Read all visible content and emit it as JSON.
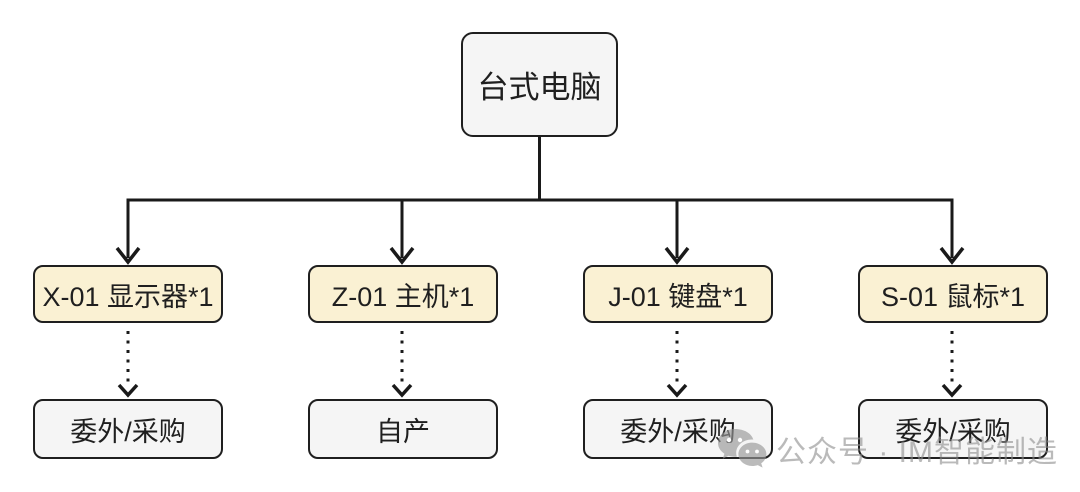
{
  "diagram": {
    "title": "desktop-computer-bom-tree",
    "root": {
      "label": "台式电脑"
    },
    "children": [
      {
        "label": "X-01 显示器*1",
        "source": "委外/采购"
      },
      {
        "label": "Z-01 主机*1",
        "source": "自产"
      },
      {
        "label": "J-01 键盘*1",
        "source": "委外/采购"
      },
      {
        "label": "S-01 鼠标*1",
        "source": "委外/采购"
      }
    ],
    "colors": {
      "background": "#ffffff",
      "line": "#1a1a1a",
      "border": "#1f1f1f",
      "text": "#1f1f1f",
      "part_fill": "#faf1d3",
      "plain_fill": "#f5f5f5",
      "watermark": "rgba(140,140,140,0.6)"
    }
  },
  "watermark": {
    "icon": "wechat-icon",
    "text": "公众号 · IM智能制造"
  }
}
